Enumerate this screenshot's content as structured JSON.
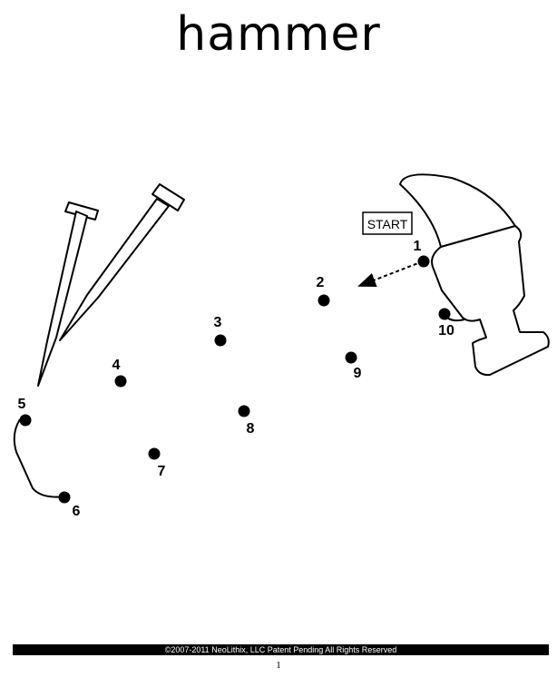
{
  "title": "hammer",
  "start_label": "START",
  "dots": [
    {
      "label": "1"
    },
    {
      "label": "2"
    },
    {
      "label": "3"
    },
    {
      "label": "4"
    },
    {
      "label": "5"
    },
    {
      "label": "6"
    },
    {
      "label": "7"
    },
    {
      "label": "8"
    },
    {
      "label": "9"
    },
    {
      "label": "10"
    }
  ],
  "footer": {
    "copyright": "©2007-2011  NeoLithix, LLC  Patent Pending  All Rights Reserved",
    "page_number": "1"
  },
  "colors": {
    "ink": "#000000",
    "paper": "#ffffff"
  }
}
